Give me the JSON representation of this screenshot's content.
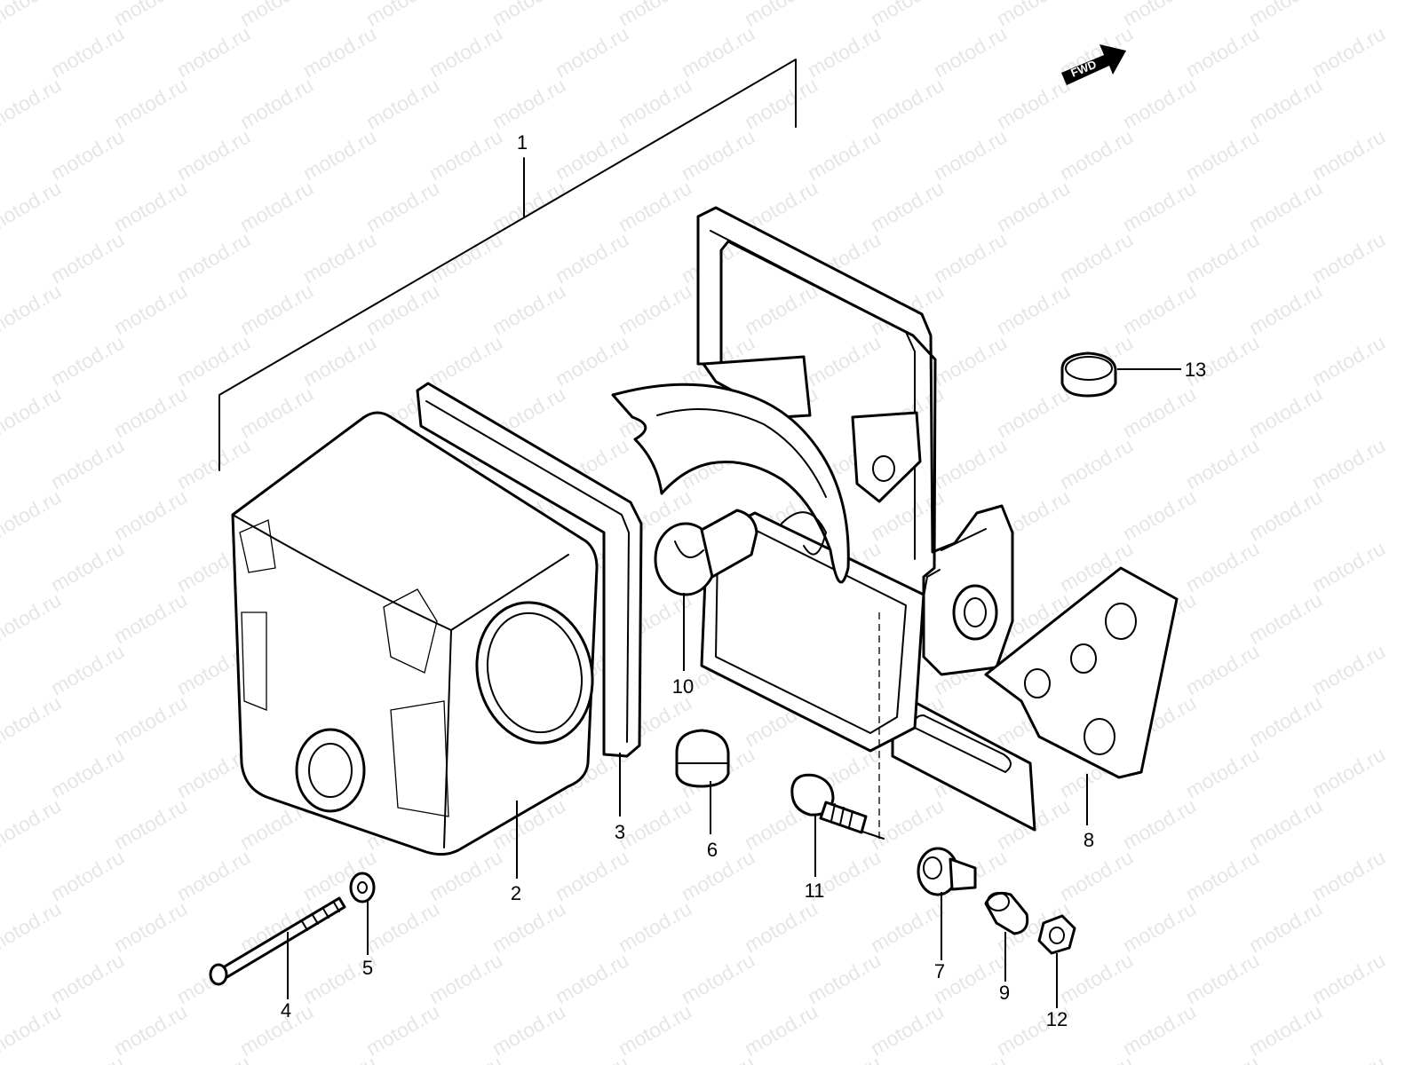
{
  "watermark": "motod.ru",
  "direction_label": "FWD",
  "callouts": [
    {
      "id": "1"
    },
    {
      "id": "2"
    },
    {
      "id": "3"
    },
    {
      "id": "4"
    },
    {
      "id": "5"
    },
    {
      "id": "6"
    },
    {
      "id": "7"
    },
    {
      "id": "8"
    },
    {
      "id": "9"
    },
    {
      "id": "10"
    },
    {
      "id": "11"
    },
    {
      "id": "12"
    },
    {
      "id": "13"
    }
  ],
  "colors": {
    "line": "#000000",
    "background": "#ffffff",
    "watermark": "#e6e6e6"
  }
}
